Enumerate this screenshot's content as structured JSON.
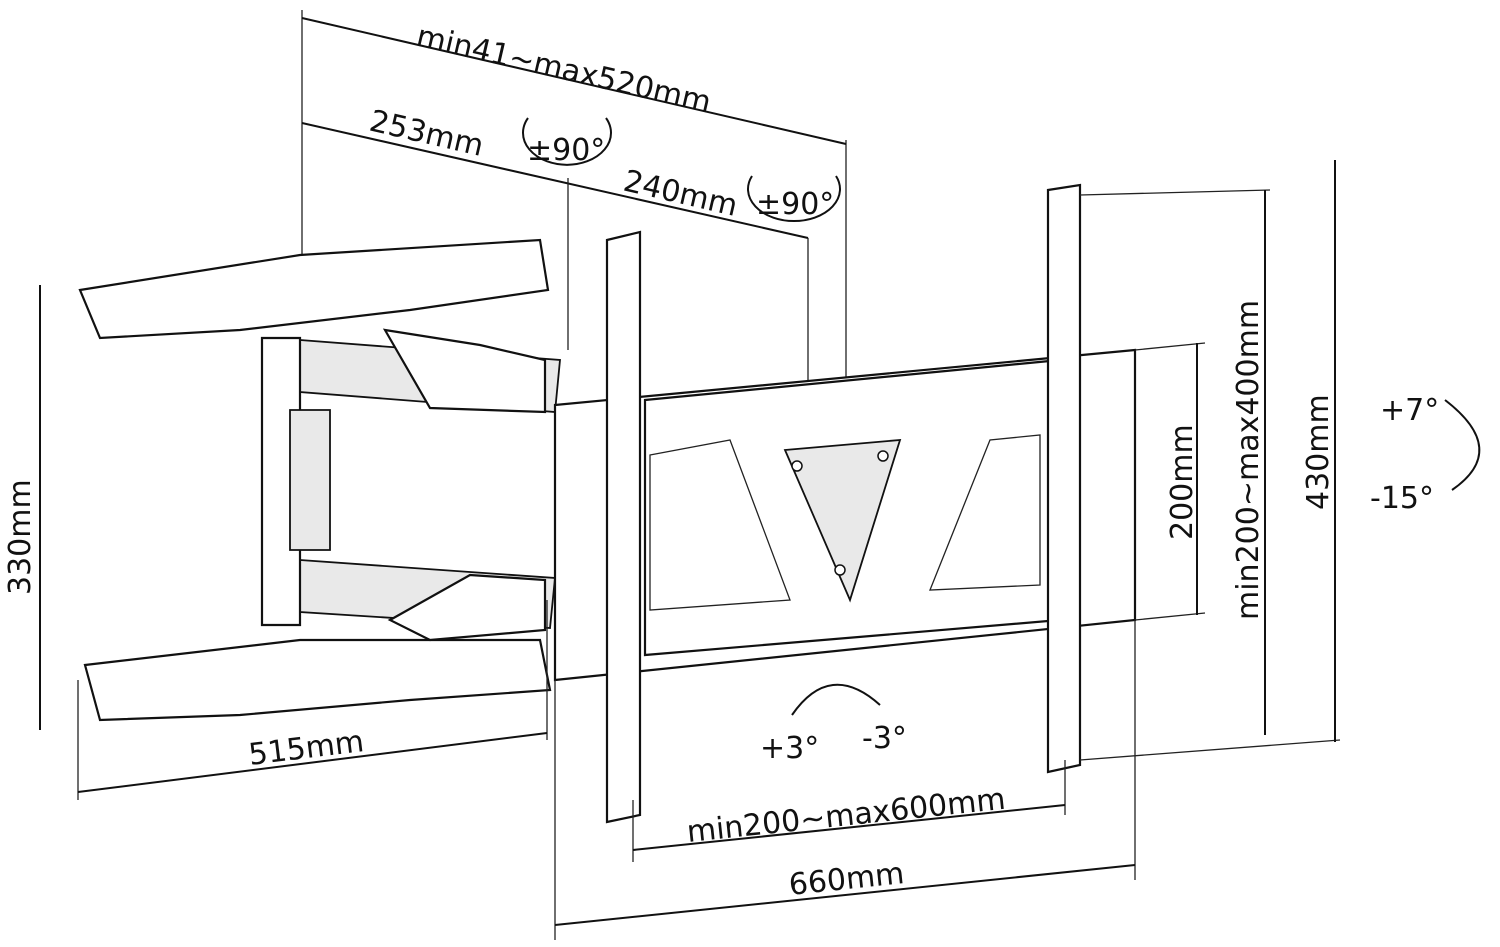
{
  "diagram": {
    "title": "Full-motion TV wall mount dimension drawing",
    "colors": {
      "line": "#111111",
      "background": "#ffffff"
    },
    "dimensions": {
      "arm_extension": "min41~max520mm",
      "arm_segment_1": "253mm",
      "arm_segment_2": "240mm",
      "swivel_1": "±90°",
      "swivel_2": "±90°",
      "wall_plate_height": "330mm",
      "wall_plate_width": "515mm",
      "vesa_vertical_fixed": "200mm",
      "vesa_vertical_range": "min200~max400mm",
      "bracket_height": "430mm",
      "tilt_up": "+7°",
      "tilt_down": "-15°",
      "rotation_left": "+3°",
      "rotation_right": "-3°",
      "vesa_horizontal_range": "min200~max600mm",
      "bracket_width": "660mm"
    }
  }
}
